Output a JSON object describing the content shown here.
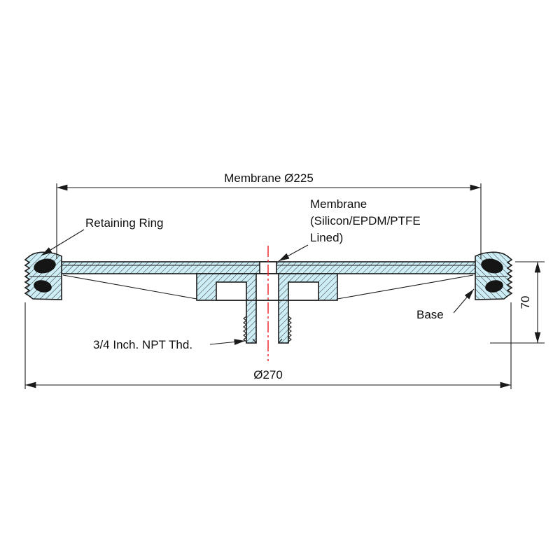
{
  "drawing": {
    "type": "technical-cross-section",
    "labels": {
      "membrane_dia": "Membrane Ø225",
      "retaining_ring": "Retaining Ring",
      "membrane_line1": "Membrane",
      "membrane_line2": "(Silicon/EPDM/PTFE",
      "membrane_line3": "Lined)",
      "base": "Base",
      "npt_thread": "3/4 Inch. NPT Thd.",
      "outer_dia": "Ø270",
      "height": "70"
    },
    "colors": {
      "section_fill": "#cdeef6",
      "centerline": "#ec1c24",
      "line": "#1a1a1a",
      "background": "#ffffff"
    }
  }
}
